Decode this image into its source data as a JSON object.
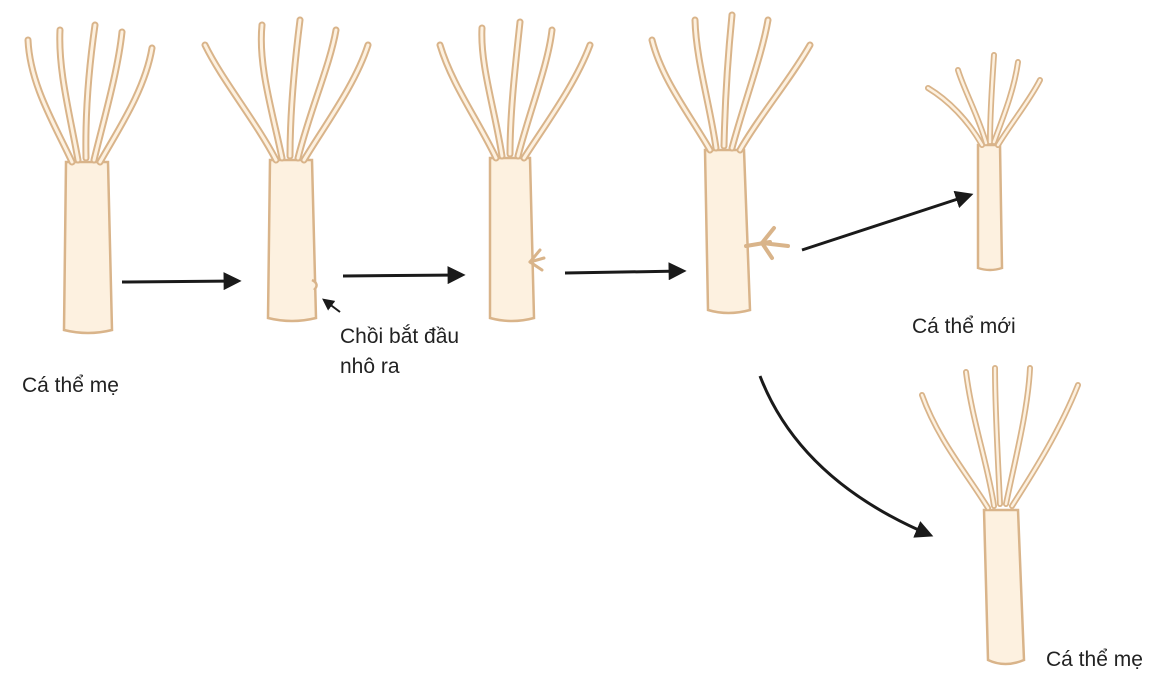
{
  "labels": {
    "mother_1": "Cá thể mẹ",
    "bud_line1": "Chồi bắt đầu",
    "bud_line2": "nhô ra",
    "new_individual": "Cá thể mới",
    "mother_2": "Cá thể mẹ"
  },
  "colors": {
    "outline": "#d9b48a",
    "fill": "#fdf1e0",
    "arrow": "#1a1a1a"
  },
  "icons": {
    "organism": "hydra-icon",
    "bud": "bud-icon",
    "arrow": "arrow-icon"
  }
}
